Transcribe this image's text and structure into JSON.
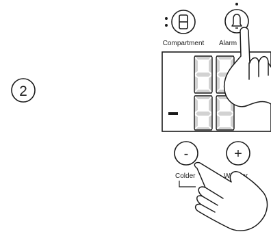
{
  "step": {
    "number": "2"
  },
  "labels": {
    "compartment": "Compartment",
    "alarm": "Alarm",
    "colder": "Colder",
    "warmer": "Warmer"
  },
  "display": {
    "minus_sign": "−",
    "top_digits": "88",
    "bottom_digits": "88"
  },
  "buttons": {
    "minus_symbol": "-",
    "plus_symbol": "+"
  },
  "icons": {
    "compartment": "compartment-icon",
    "alarm": "bell-icon",
    "hand_top": "pointing-hand-icon",
    "hand_bottom": "pointing-hand-icon"
  },
  "colors": {
    "line": "#1a1a1a",
    "segment_dim": "#d2d2d2"
  }
}
